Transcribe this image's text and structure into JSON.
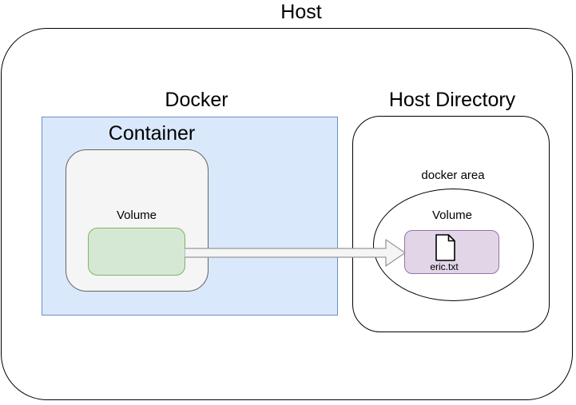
{
  "diagram": {
    "title": "Host",
    "docker": {
      "label": "Docker",
      "container": {
        "label": "Container",
        "volume_label": "Volume"
      }
    },
    "host_directory": {
      "label": "Host Directory",
      "area_label": "docker area",
      "volume_label": "Volume",
      "file_name": "eric.txt"
    },
    "icons": {
      "file": "document-icon"
    }
  },
  "colors": {
    "outline": "#000000",
    "docker-fill": "#dae8fc",
    "docker-border": "#6c8ebf",
    "container-fill": "#f5f5f5",
    "container-border": "#666666",
    "volume-src-fill": "#d5e8d4",
    "volume-src-border": "#82b366",
    "volume-dst-fill": "#e1d5e7",
    "volume-dst-border": "#9673a6",
    "arrow-fill": "#f5f5f5",
    "arrow-border": "#999999"
  }
}
